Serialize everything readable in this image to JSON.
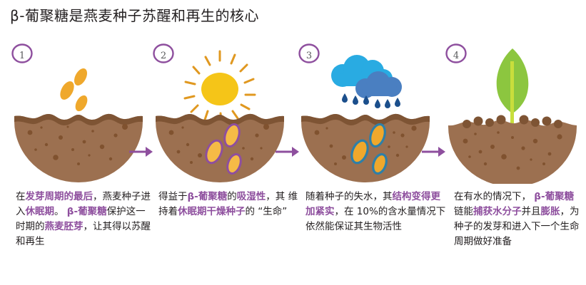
{
  "title": "β-葡聚糖是燕麦种子苏醒和再生的核心",
  "colors": {
    "accent_purple": "#8e4f9e",
    "text_dark": "#231f20",
    "soil_base": "#9c7050",
    "soil_crust": "#7e5434",
    "soil_speckle": "#80522f",
    "seed_gold": "#efa82c",
    "seed_gold_light": "#f5bb46",
    "sun_yellow": "#f5c518",
    "sun_ray": "#e09820",
    "cloud_light": "#29abe2",
    "cloud_dark": "#4a7fc1",
    "raindrop": "#1b4f8c",
    "leaf_green": "#8cc63f",
    "stem_green": "#c8de3c"
  },
  "steps": [
    {
      "number": "1",
      "icon": "seeds-falling-icon",
      "scene": "soil-bowl-with-falling-seeds",
      "caption_segments": [
        {
          "text": "在",
          "highlight": false
        },
        {
          "text": "发芽周期的最后",
          "highlight": true
        },
        {
          "text": "，燕麦种子进入",
          "highlight": false
        },
        {
          "text": "休眠期",
          "highlight": true
        },
        {
          "text": "。 ",
          "highlight": false
        },
        {
          "text": "β-葡聚糖",
          "highlight": true
        },
        {
          "text": "保护这一时期的",
          "highlight": false
        },
        {
          "text": "燕麦胚芽",
          "highlight": true
        },
        {
          "text": "，让其得以苏醒和再生",
          "highlight": false
        }
      ],
      "caption_plain": "在发芽周期的最后，燕麦种子进入休眠期。 β-葡聚糖保护这一时期的燕麦胚芽，让其得以苏醒和再生"
    },
    {
      "number": "2",
      "icon": "sun-icon",
      "scene": "soil-bowl-with-dry-seeds-purple-outline",
      "caption_segments": [
        {
          "text": "得益于",
          "highlight": false
        },
        {
          "text": "β-葡聚糖",
          "highlight": true
        },
        {
          "text": "的",
          "highlight": false
        },
        {
          "text": "吸湿性",
          "highlight": true
        },
        {
          "text": "，其 维持着",
          "highlight": false
        },
        {
          "text": "休眠期干燥种子",
          "highlight": true
        },
        {
          "text": "的 “生命”",
          "highlight": false
        }
      ],
      "caption_plain": "得益于β-葡聚糖的吸湿性，其 维持着休眠期干燥种子的 “生命”"
    },
    {
      "number": "3",
      "icon": "rain-cloud-icon",
      "scene": "soil-bowl-with-hydrating-seeds-blue-outline",
      "caption_segments": [
        {
          "text": "随着种子的失水，其",
          "highlight": false
        },
        {
          "text": "结构变得更加紧实",
          "highlight": true
        },
        {
          "text": "，在 10%的含水量情况下依然能保证其生物活性",
          "highlight": false
        }
      ],
      "caption_plain": "随着种子的失水，其结构变得更加紧实，在 10%的含水量情况下依然能保证其生物活性"
    },
    {
      "number": "4",
      "icon": "sprout-icon",
      "scene": "soil-mound-with-green-sprout",
      "caption_segments": [
        {
          "text": "在有水的情况下， ",
          "highlight": false
        },
        {
          "text": "β-葡聚糖",
          "highlight": true
        },
        {
          "text": "链能",
          "highlight": false
        },
        {
          "text": "捕获水分子",
          "highlight": true
        },
        {
          "text": "并且",
          "highlight": false
        },
        {
          "text": "膨胀",
          "highlight": true
        },
        {
          "text": "，为种子的发芽和进入下一个生命周期做好准备",
          "highlight": false
        }
      ],
      "caption_plain": "在有水的情况下， β-葡聚糖链能捕获水分子并且膨胀，为种子的发芽和进入下一个生命周期做好准备"
    }
  ],
  "arrows": [
    {
      "name": "arrow-step1-to-step2",
      "direction": "right"
    },
    {
      "name": "arrow-step2-to-step3",
      "direction": "right"
    },
    {
      "name": "arrow-step3-to-step4",
      "direction": "right"
    }
  ]
}
